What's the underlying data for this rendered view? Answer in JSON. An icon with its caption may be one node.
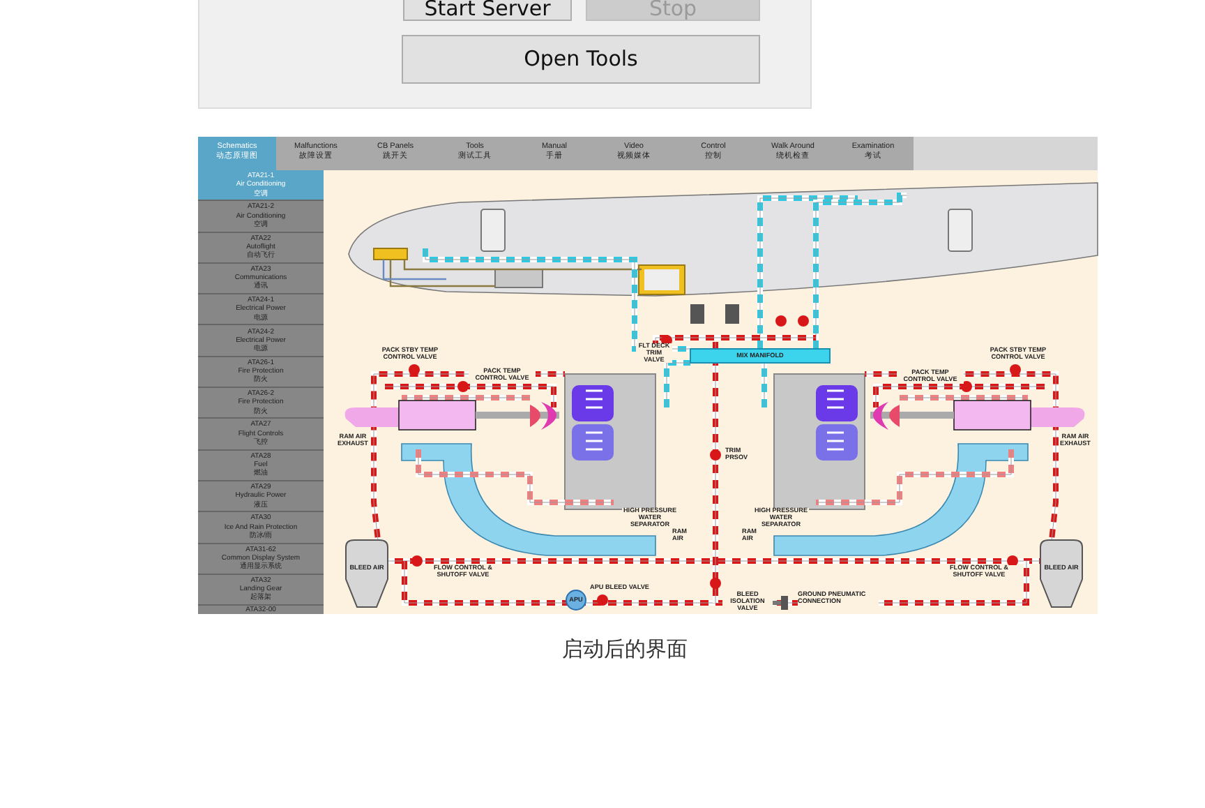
{
  "diagram": {
    "caption": "启动后的界面",
    "labels": [
      "Start Server",
      "Stop",
      "Open Tools",
      "Schematics",
      "动态原理图",
      "Malfunctions",
      "故障设置",
      "CB Panels",
      "跳开关",
      "Tools",
      "测试工具",
      "Manual",
      "手册",
      "Video",
      "视频媒体",
      "Control",
      "控制",
      "Walk Around",
      "绕机检查",
      "Examination",
      "考试",
      "ATA21-1",
      "Air Conditioning",
      "空调",
      "ATA21-2",
      "Air Conditioning",
      "空调",
      "ATA22",
      "Autoflight",
      "自动飞行",
      "ATA23",
      "Communications",
      "通讯",
      "ATA24-1",
      "Electrical Power",
      "电源",
      "ATA24-2",
      "Electrical Power",
      "电源",
      "ATA26-1",
      "Fire Protection",
      "防火",
      "ATA26-2",
      "Fire Protection",
      "防火",
      "ATA27",
      "Flight Controls",
      "飞控",
      "ATA28",
      "Fuel",
      "燃油",
      "ATA29",
      "Hydraulic Power",
      "液压",
      "ATA30",
      "Ice And Rain Protection",
      "防冰/雨",
      "ATA31-62",
      "Common Display System",
      "通用显示系统",
      "ATA32",
      "Landing Gear",
      "起落架",
      "ATA32-00",
      "PACK STBY TEMP CONTROL VALVE",
      "FLT DECK TRIM VALVE",
      "PACK STBY TEMP CONTROL VALVE",
      "MIX MANIFOLD",
      "PACK TEMP CONTROL VALVE",
      "PACK TEMP CONTROL VALVE",
      "RAM AIR EXHAUST",
      "RAM AIR EXHAUST",
      "TRIM PRSOV",
      "HIGH PRESSURE WATER SEPARATOR",
      "HIGH PRESSURE WATER SEPARATOR",
      "RAM AIR",
      "RAM AIR",
      "BLEED AIR",
      "FLOW CONTROL & SHUTOFF VALVE",
      "FLOW CONTROL & SHUTOFF VALVE",
      "BLEED AIR",
      "APU",
      "APU BLEED VALVE",
      "BLEED ISOLATION VALVE",
      "GROUND PNEUMATIC CONNECTION"
    ]
  }
}
